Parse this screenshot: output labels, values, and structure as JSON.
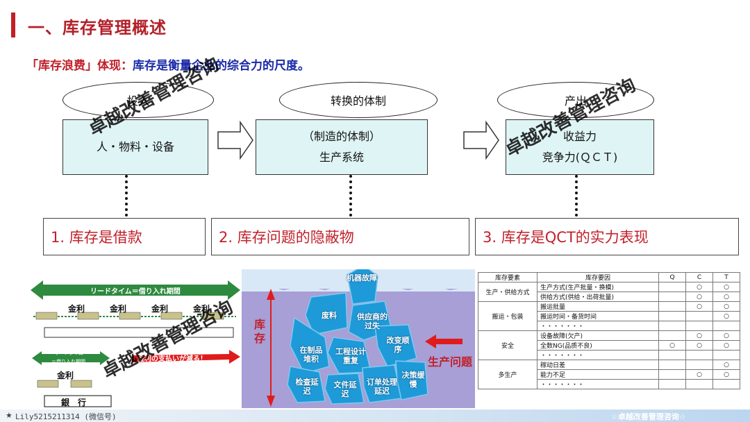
{
  "title": "一、库存管理概述",
  "subtitle": {
    "prefix": "「库存浪费」体现：",
    "text": "库存是衡量企业的综合力的尺度。"
  },
  "flow": {
    "ellipses": [
      "投入",
      "转换的体制",
      "产出"
    ],
    "boxes": [
      {
        "line1": "人・物料・设备",
        "line2": ""
      },
      {
        "line1": "（制造的体制）",
        "line2": "生产系统"
      },
      {
        "line1": "收益力",
        "line2": "竞争力(ＱＣＴ)"
      }
    ]
  },
  "points": [
    "1. 库存是借款",
    "2. 库存问题的隐蔽物",
    "3. 库存是QCT的实力表现"
  ],
  "left_figure": {
    "arrow_top": "リードタイム＝借り入れ期間",
    "interest": "金利",
    "arrow_small_1": "リードタイム",
    "arrow_small_2": "＝借り入れ期間",
    "red_arrow": "金利の支払いが減る！",
    "bank": "銀　行"
  },
  "iceberg": {
    "left_label": "库存",
    "right_label": "生产问题",
    "pieces": [
      "机器故障",
      "废料",
      "供应商的过失",
      "工程设计重复",
      "改变顺序",
      "在制品堆积",
      "检查延迟",
      "文件延迟",
      "订单处理延迟",
      "决策缓慢"
    ]
  },
  "table": {
    "headers": [
      "库存要素",
      "库存要因",
      "Q",
      "C",
      "T"
    ],
    "groups": [
      {
        "element": "生产・供给方式",
        "rows": [
          {
            "cause": "生产方式(生产批量・换模)",
            "q": "",
            "c": "○",
            "t": "○"
          },
          {
            "cause": "供给方式(供给・出荷批量)",
            "q": "",
            "c": "○",
            "t": "○"
          }
        ]
      },
      {
        "element": "搬运・包装",
        "rows": [
          {
            "cause": "搬运批量",
            "q": "",
            "c": "○",
            "t": "○"
          },
          {
            "cause": "搬运时间・备货时间",
            "q": "",
            "c": "",
            "t": "○"
          },
          {
            "cause": "・・・・・・・",
            "q": "",
            "c": "",
            "t": ""
          }
        ]
      },
      {
        "element": "安全",
        "rows": [
          {
            "cause": "设备故障(欠产)",
            "q": "",
            "c": "○",
            "t": "○"
          },
          {
            "cause": "全数NG(品质不良)",
            "q": "○",
            "c": "○",
            "t": "○"
          },
          {
            "cause": "・・・・・・・",
            "q": "",
            "c": "",
            "t": ""
          }
        ]
      },
      {
        "element": "多生产",
        "rows": [
          {
            "cause": "稼动日差",
            "q": "",
            "c": "",
            "t": "○"
          },
          {
            "cause": "能力不足",
            "q": "",
            "c": "○",
            "t": "○"
          },
          {
            "cause": "・・・・・・・",
            "q": "",
            "c": "",
            "t": ""
          }
        ]
      }
    ]
  },
  "footer": {
    "left": "Lily5215211314 (微信号)",
    "right": "☆卓越改善管理咨询☆"
  },
  "watermark": "卓越改善管理咨询"
}
